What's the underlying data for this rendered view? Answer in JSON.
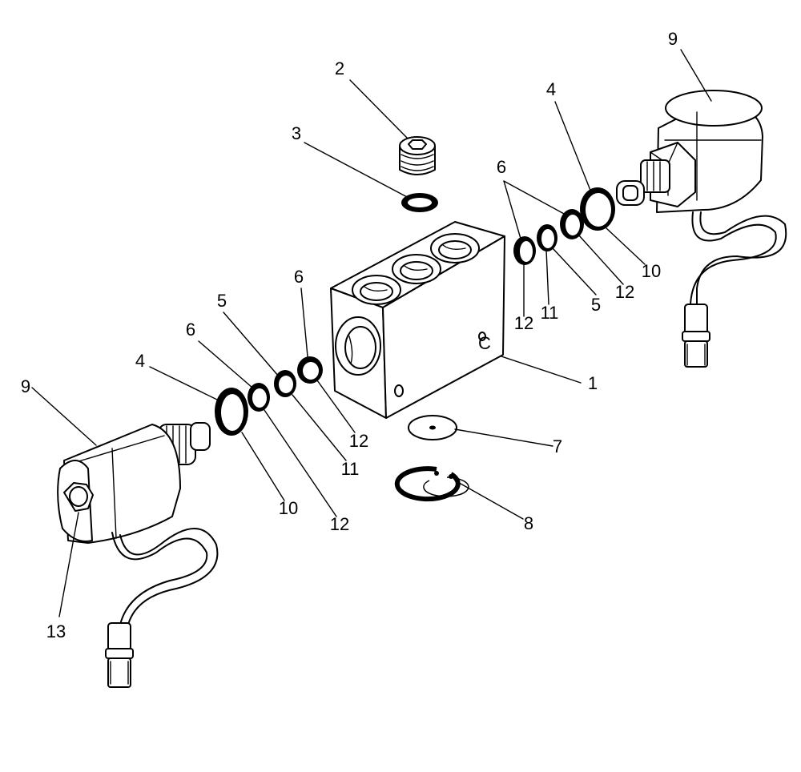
{
  "diagram": {
    "callouts": [
      {
        "id": "c1",
        "label": "1"
      },
      {
        "id": "c2",
        "label": "2"
      },
      {
        "id": "c3",
        "label": "3"
      },
      {
        "id": "c4a",
        "label": "4"
      },
      {
        "id": "c4b",
        "label": "4"
      },
      {
        "id": "c5a",
        "label": "5"
      },
      {
        "id": "c5b",
        "label": "5"
      },
      {
        "id": "c6a",
        "label": "6"
      },
      {
        "id": "c6b",
        "label": "6"
      },
      {
        "id": "c6c",
        "label": "6"
      },
      {
        "id": "c7",
        "label": "7"
      },
      {
        "id": "c8",
        "label": "8"
      },
      {
        "id": "c9a",
        "label": "9"
      },
      {
        "id": "c9b",
        "label": "9"
      },
      {
        "id": "c10a",
        "label": "10"
      },
      {
        "id": "c10b",
        "label": "10"
      },
      {
        "id": "c11a",
        "label": "11"
      },
      {
        "id": "c11b",
        "label": "11"
      },
      {
        "id": "c12a",
        "label": "12"
      },
      {
        "id": "c12b",
        "label": "12"
      },
      {
        "id": "c12c",
        "label": "12"
      },
      {
        "id": "c12d",
        "label": "12"
      },
      {
        "id": "c13",
        "label": "13"
      }
    ],
    "block_mark": "C"
  }
}
